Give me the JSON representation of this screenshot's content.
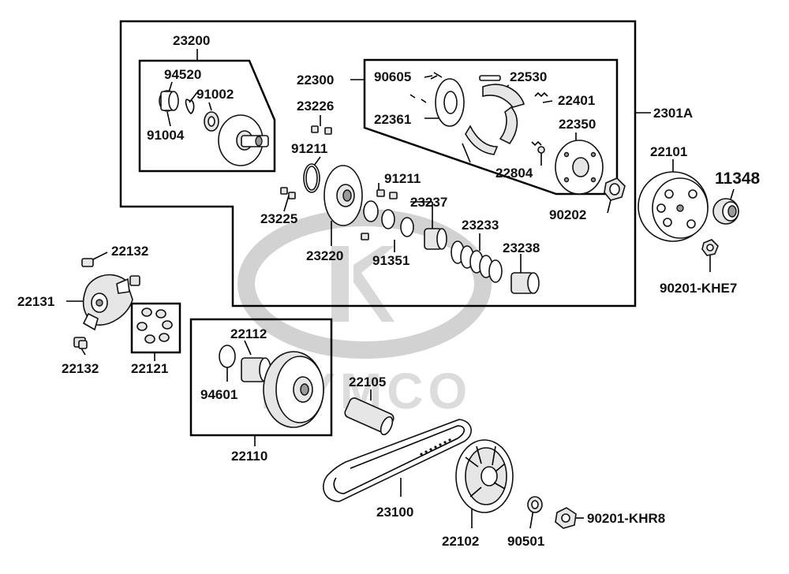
{
  "watermark": {
    "brand_text": "KYMCO"
  },
  "labels": {
    "l_23200": "23200",
    "l_94520": "94520",
    "l_91002": "91002",
    "l_91004": "91004",
    "l_22300": "22300",
    "l_90605": "90605",
    "l_22530": "22530",
    "l_22401": "22401",
    "l_22361": "22361",
    "l_22350": "22350",
    "l_22804": "22804",
    "l_23226": "23226",
    "l_91211a": "91211",
    "l_91211b": "91211",
    "l_23225": "23225",
    "l_23220": "23220",
    "l_23237": "23237",
    "l_23233": "23233",
    "l_23238": "23238",
    "l_91351": "91351",
    "l_2301A": "2301A",
    "l_22101": "22101",
    "l_11348": "11348",
    "l_90202": "90202",
    "l_90201_KHE7": "90201-KHE7",
    "l_22132a": "22132",
    "l_22131": "22131",
    "l_22132b": "22132",
    "l_22121": "22121",
    "l_22112": "22112",
    "l_94601": "94601",
    "l_22110": "22110",
    "l_22105": "22105",
    "l_23100": "23100",
    "l_22102": "22102",
    "l_90501": "90501",
    "l_90201_KHR8": "90201-KHR8"
  }
}
